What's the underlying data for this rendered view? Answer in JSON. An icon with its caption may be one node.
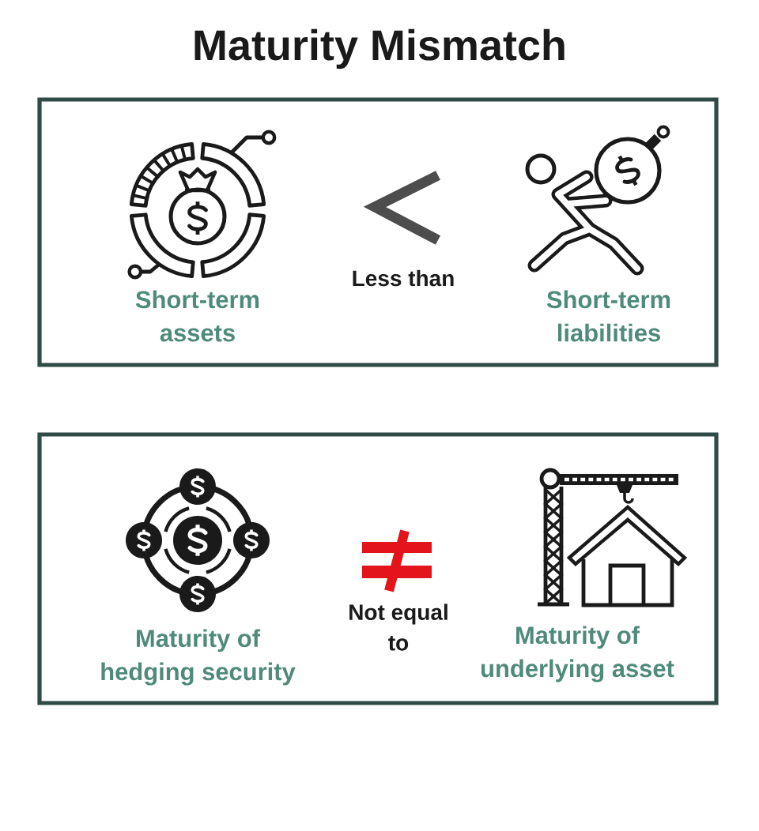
{
  "diagram": {
    "title": "Maturity Mismatch",
    "nodes": [
      {
        "text": [],
        "shape": "box"
      },
      {
        "text": [
          "Short-term assets"
        ],
        "in": 0
      },
      {
        "text": [
          "Short-term liabilities"
        ],
        "in": 0
      },
      {
        "text": [],
        "shape": "box"
      },
      {
        "text": [
          "Maturity of hedging security"
        ],
        "in": 3
      },
      {
        "text": [
          "Maturity of underlying asset"
        ],
        "in": 3
      }
    ],
    "labels": [
      "Less than",
      "Not equal to"
    ]
  }
}
